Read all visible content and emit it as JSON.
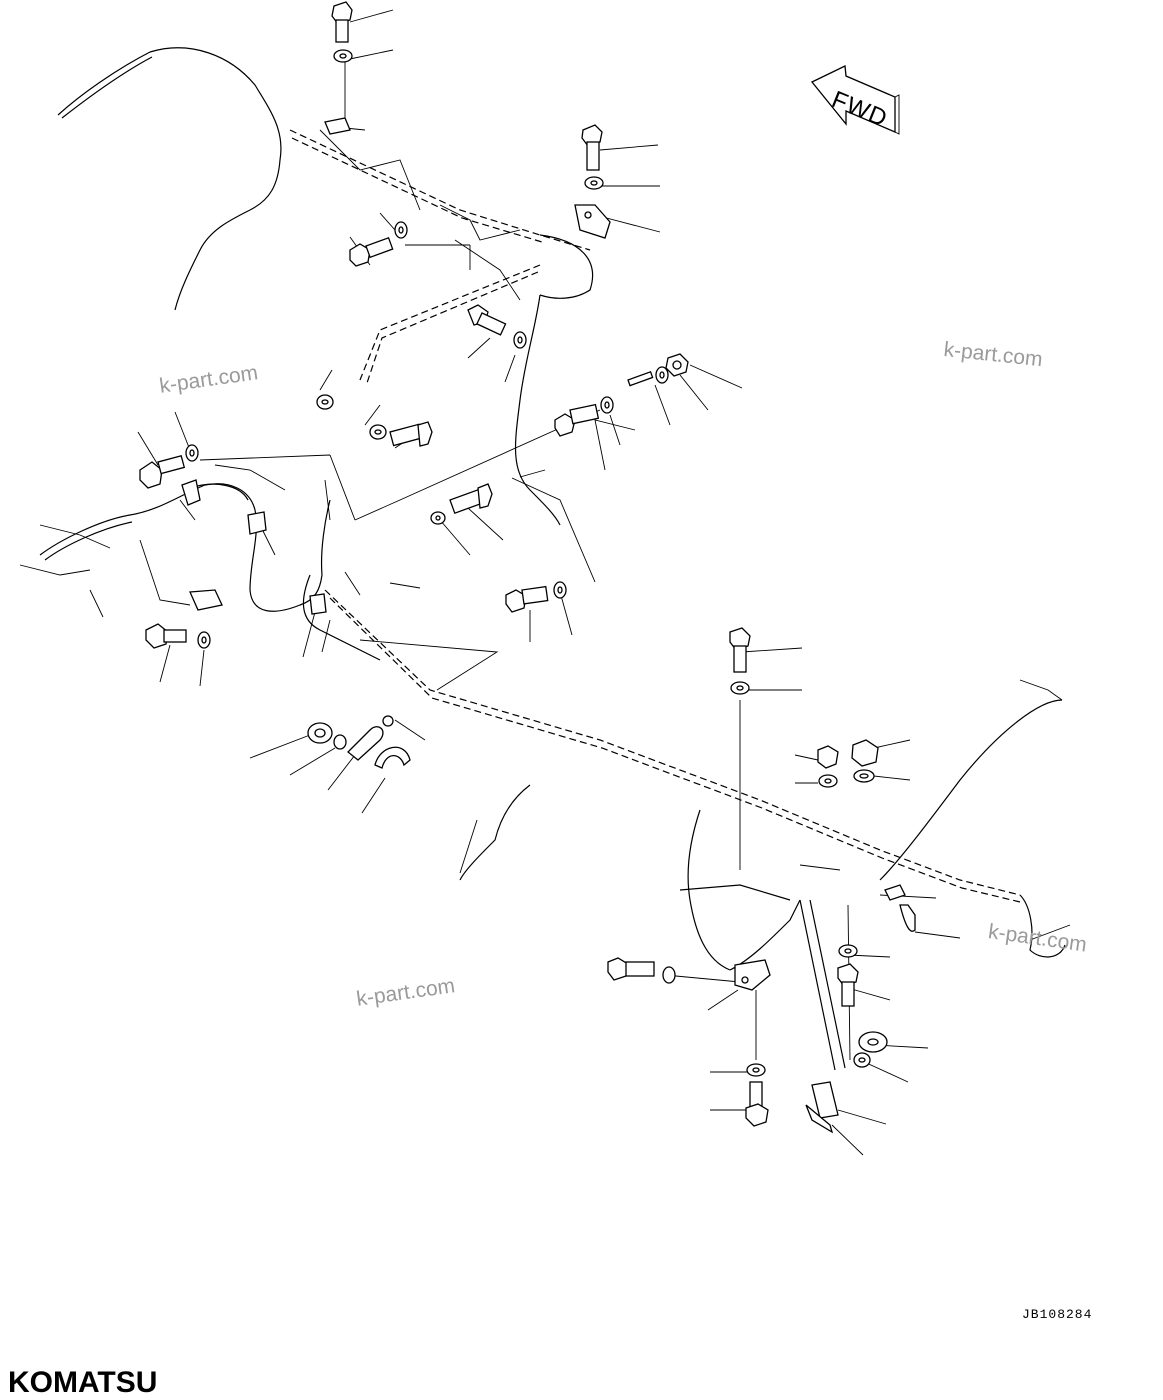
{
  "diagram": {
    "direction_label": "FWD",
    "drawing_id": "JB108284",
    "brand": "KOMATSU",
    "watermarks": [
      "k-part.com",
      "k-part.com",
      "k-part.com",
      "k-part.com"
    ]
  }
}
